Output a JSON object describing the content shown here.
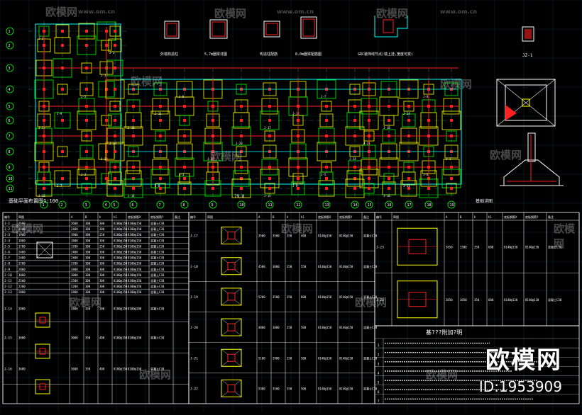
{
  "watermarks": {
    "brand": "欧模网",
    "site": "www.om.cn",
    "id": "ID:1953909"
  },
  "plan": {
    "title": "基础平面布置图1:100",
    "axis_bottom": [
      "1",
      "2",
      "3",
      "4",
      "5",
      "6",
      "7",
      "8",
      "9",
      "10",
      "11",
      "12",
      "13",
      "14",
      "15",
      "16",
      "17",
      "18",
      "19"
    ],
    "axis_left": [
      "1",
      "2",
      "3",
      "4",
      "5",
      "6",
      "7",
      "8",
      "9",
      "10",
      "11"
    ],
    "total_dim": "79.8",
    "footing_tags": [
      "J-1",
      "J-2",
      "J-3",
      "J-5",
      "J-6",
      "J-7",
      "J-8",
      "J-9",
      "J-11",
      "J-12",
      "J-14",
      "J-15",
      "J-16",
      "J-17",
      "J-18",
      "J-19",
      "J-20",
      "J-21",
      "J-22",
      "J-23",
      "J-24"
    ]
  },
  "details": {
    "labels": [
      "外墙构造柱",
      "5.7m圈梁详图",
      "构造柱配筋",
      "8.0m圈梁配筋图",
      "GRC装饰线节点(墙上挂,宽度可变)",
      "JZ-1"
    ],
    "section_label": "基础详图"
  },
  "table_left": {
    "headers": [
      "编号",
      "简图",
      "A",
      "B",
      "h",
      "h1",
      "底板钢筋X",
      "底板钢筋Y",
      "备注"
    ],
    "rows": [
      [
        "J-1",
        "",
        "2600",
        "2600",
        "300",
        "300",
        "8100@150",
        "8100@150",
        "混凝土C30"
      ],
      [
        "J-2",
        "",
        "2400",
        "2400",
        "300",
        "300",
        "8100@150",
        "8100@150",
        "混凝土C30"
      ],
      [
        "J-3",
        "",
        "1900",
        "1900",
        "300",
        "250",
        "8100@150",
        "8100@150",
        "混凝土C30"
      ],
      [
        "J-4",
        "",
        "1800",
        "1800",
        "300",
        "300",
        "8100@150",
        "8100@150",
        "混凝土C30"
      ],
      [
        "J-5",
        "",
        "1700",
        "1700",
        "300",
        "250",
        "8100@150",
        "8100@150",
        "混凝土C30"
      ],
      [
        "J-6",
        "",
        "2400",
        "2400",
        "300",
        "300",
        "8100@150",
        "8100@150",
        "混凝土C30"
      ],
      [
        "J-7",
        "",
        "2400",
        "2400",
        "300",
        "300",
        "8100@150",
        "8100@150",
        "混凝土C30"
      ],
      [
        "J-8",
        "",
        "2700",
        "2700",
        "300",
        "300",
        "8100@150",
        "8100@150",
        "混凝土C30"
      ],
      [
        "J-9",
        "",
        "2800",
        "2800",
        "300",
        "300",
        "8100@150",
        "8100@150",
        "混凝土C30"
      ],
      [
        "J-10",
        "",
        "3000",
        "3000",
        "300",
        "300",
        "8100@150",
        "8100@150",
        "混凝土C30"
      ],
      [
        "J-11",
        "",
        "2500",
        "2500",
        "300",
        "300",
        "8100@150",
        "8100@150",
        "混凝土C30"
      ],
      [
        "J-12",
        "",
        "2200",
        "2200",
        "300",
        "300",
        "8100@150",
        "8100@150",
        "混凝土C30"
      ],
      [
        "J-13",
        "",
        "2800",
        "2800",
        "300",
        "300",
        "8100@150",
        "8100@150",
        "混凝土C30"
      ],
      [
        "J-14",
        "",
        "2800",
        "2800",
        "350",
        "300",
        "8100@150",
        "8100@200",
        "混凝土C30"
      ],
      [
        "J-15",
        "",
        "3000",
        "3000",
        "350",
        "400",
        "8100@150",
        "8100@150",
        "混凝土C30"
      ],
      [
        "J-16",
        "",
        "3600",
        "3600",
        "350",
        "400",
        "8100@150",
        "8100@150",
        "混凝土C30"
      ]
    ]
  },
  "table_mid": {
    "rows": [
      [
        "J-17",
        "3500",
        "3500",
        "350",
        "400",
        "8140@150",
        "8140@150",
        "混凝土C30"
      ],
      [
        "J-18",
        "4500",
        "3000",
        "350",
        "550",
        "8140@150",
        "8140@150",
        "混凝土C30"
      ],
      [
        "J-19",
        "5200",
        "3500",
        "350",
        "600",
        "8140@150",
        "8140@150",
        "混凝土C30"
      ],
      [
        "J-20",
        "4800",
        "3000",
        "350",
        "500",
        "8140@150",
        "8140@150",
        "混凝土C30"
      ],
      [
        "J-21",
        "5100",
        "2900",
        "350",
        "500",
        "8140@150",
        "8140@150",
        "混凝土C30"
      ],
      [
        "J-22",
        "5300",
        "3500",
        "350",
        "500",
        "8140@150",
        "8140@150",
        "混凝土C30"
      ]
    ]
  },
  "table_right": {
    "rows": [
      [
        "J-23",
        "5850",
        "3300",
        "350",
        "600",
        "8140@150",
        "8140@150",
        "混凝土C30"
      ],
      [
        "J-24",
        "3050",
        "3050",
        "350",
        "600",
        "8140@120",
        "8140@120",
        "混凝土C30"
      ]
    ],
    "notes_title": "基???附加?明",
    "notes": [
      "1",
      "2",
      "3",
      "4",
      "5",
      "6",
      "7"
    ]
  },
  "colors": {
    "bg": "#000000",
    "grid": "#2e6a7a",
    "cyan": "#00ffff",
    "green": "#00ff00",
    "yellow": "#ffff00",
    "red": "#ff2020",
    "magenta": "#ff00ff",
    "white": "#ffffff"
  }
}
